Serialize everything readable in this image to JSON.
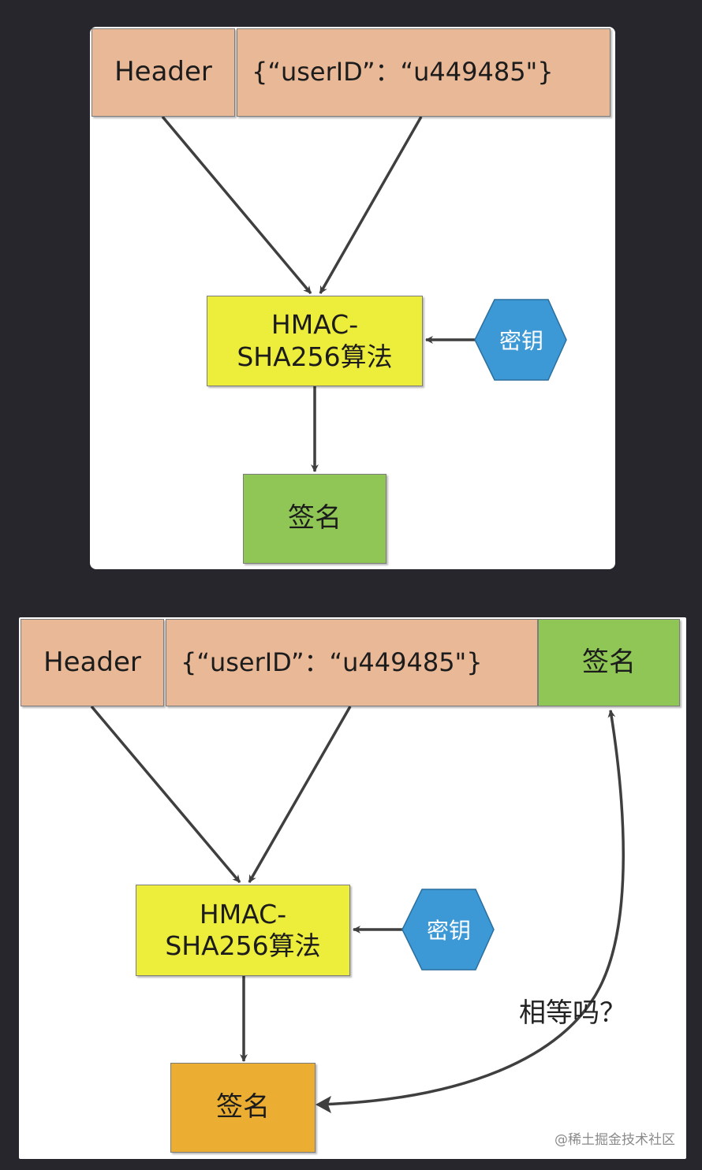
{
  "diagram_top": {
    "header_label": "Header",
    "payload_label": "{“userID”：“u449485\"}",
    "algo_line1": "HMAC-",
    "algo_line2": "SHA256算法",
    "key_label": "密钥",
    "output_label": "签名"
  },
  "diagram_bottom": {
    "header_label": "Header",
    "payload_label": "{“userID”：“u449485\"}",
    "token_signature_label": "签名",
    "algo_line1": "HMAC-",
    "algo_line2": "SHA256算法",
    "key_label": "密钥",
    "computed_signature_label": "签名",
    "compare_label": "相等吗？"
  },
  "watermark": "@稀土掘金技术社区",
  "colors": {
    "background": "#26262c",
    "header_box": "#e9b896",
    "algo_box": "#eded3c",
    "signature_box": "#8fc655",
    "computed_signature_box": "#ecae32",
    "key_hexagon": "#3d99d6",
    "arrow": "#3f3f3f"
  },
  "icons": [
    "key-hexagon",
    "arrow"
  ]
}
